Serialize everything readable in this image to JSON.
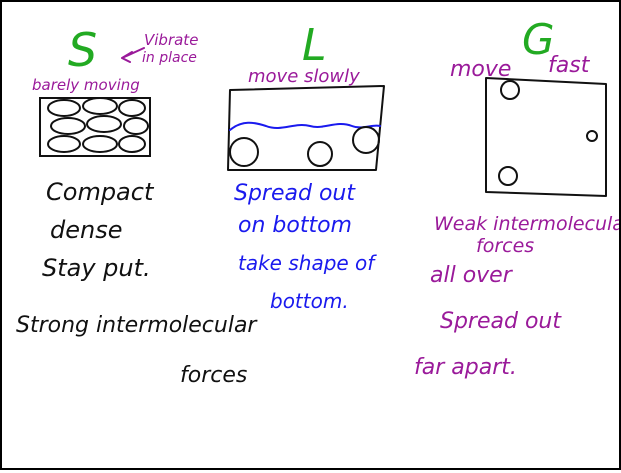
{
  "colors": {
    "background": "#ffffff",
    "frame": "#000000",
    "green": "#22aa22",
    "purple": "#9a1a9a",
    "blue": "#1a1aee",
    "black": "#111111"
  },
  "solid": {
    "heading": "S",
    "note_top": "Vibrate",
    "note_bottom": "in place",
    "motion": "barely moving",
    "traits": [
      "Compact",
      "dense",
      "Stay put."
    ],
    "forces_line1": "Strong intermolecular",
    "forces_line2": "forces"
  },
  "liquid": {
    "heading": "L",
    "motion": "move slowly",
    "traits": [
      "Spread out",
      "on bottom",
      "take shape of",
      "bottom."
    ]
  },
  "gas": {
    "heading": "G",
    "motion_1": "move",
    "motion_2": "fast",
    "traits": [
      "Weak intermolecular",
      "forces",
      "all over",
      "Spread out",
      "far apart."
    ]
  }
}
